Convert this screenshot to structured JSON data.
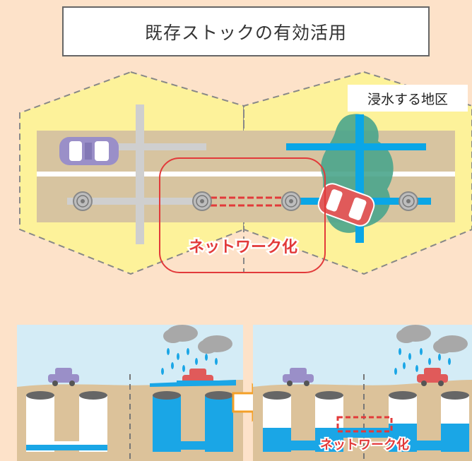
{
  "title": "既存ストックの有効活用",
  "flood_area_label": "浸水する地区",
  "network_label_top": "ネットワーク化",
  "network_label_bottom": "ネットワーク化",
  "colors": {
    "background": "#fde2c9",
    "hex_fill": "#fdf29a",
    "road": "#d7c4a0",
    "pipe_grey": "#cfcfcf",
    "pipe_blue": "#0aa6e6",
    "flood_green": "#4aa58c",
    "network_red": "#e23a3a",
    "car_purple": "#9a8fc8",
    "car_red": "#e05a5a",
    "sky": "#d4ecf6",
    "ground": "#dcc29a",
    "arrow_orange": "#f4a028"
  }
}
